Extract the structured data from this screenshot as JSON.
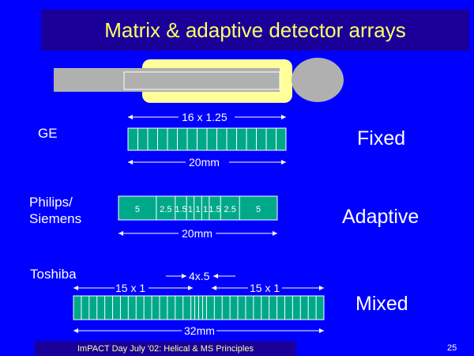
{
  "title": "Matrix & adaptive detector arrays",
  "rows": [
    {
      "vendor": "GE",
      "type": "Fixed",
      "top_dim": "16 x 1.25",
      "bottom_dim": "20mm"
    },
    {
      "vendor": "Philips/\nSiemens",
      "type": "Adaptive",
      "bottom_dim": "20mm",
      "cells": [
        "5",
        "2.5",
        "1.5",
        "1",
        "1",
        "1",
        "1.5",
        "2.5",
        "5"
      ]
    },
    {
      "vendor": "Toshiba",
      "type": "Mixed",
      "left_dim": "15 x 1",
      "center_dim": "4x.5",
      "right_dim": "15 x 1",
      "bottom_dim": "32mm"
    }
  ],
  "footer": "ImPACT Day July '02: Helical & MS Principles",
  "page_number": "25",
  "colors": {
    "background": "#0000ff",
    "title_bar": "#1a0099",
    "title_text": "#ffff66",
    "array": "#00a88a",
    "gantry": "#ffff99",
    "table": "#b0b0b0"
  }
}
